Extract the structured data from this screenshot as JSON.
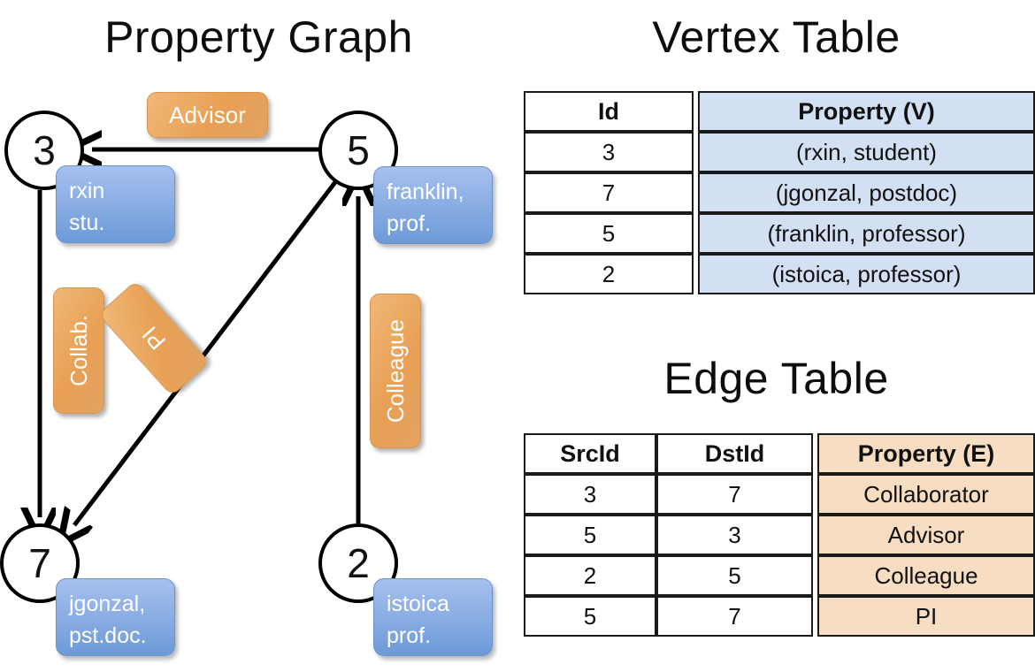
{
  "titles": {
    "property_graph": "Property Graph",
    "vertex_table": "Vertex Table",
    "edge_table": "Edge Table"
  },
  "graph": {
    "nodes": [
      {
        "id": "3",
        "property_label": "rxin\nstu."
      },
      {
        "id": "5",
        "property_label": "franklin,\nprof."
      },
      {
        "id": "7",
        "property_label": "jgonzal,\npst.doc."
      },
      {
        "id": "2",
        "property_label": "istoica\nprof."
      }
    ],
    "node_labels": {
      "n3": "3",
      "n5": "5",
      "n7": "7",
      "n2": "2"
    },
    "vertex_boxes": {
      "rxin_line1": "rxin",
      "rxin_line2": "stu.",
      "franklin_line1": "franklin,",
      "franklin_line2": "prof.",
      "jgonzal_line1": "jgonzal,",
      "jgonzal_line2": "pst.doc.",
      "istoica_line1": "istoica",
      "istoica_line2": "prof."
    },
    "edge_labels": {
      "advisor": "Advisor",
      "collab": "Collab.",
      "pi": "PI",
      "colleague": "Colleague"
    },
    "edges": [
      {
        "from": "5",
        "to": "3",
        "label": "Advisor"
      },
      {
        "from": "3",
        "to": "7",
        "label": "Collab."
      },
      {
        "from": "5",
        "to": "7",
        "label": "PI"
      },
      {
        "from": "2",
        "to": "5",
        "label": "Colleague"
      }
    ]
  },
  "vertex_table": {
    "headers": [
      "Id",
      "Property (V)"
    ],
    "rows": [
      [
        "3",
        "(rxin, student)"
      ],
      [
        "7",
        "(jgonzal, postdoc)"
      ],
      [
        "5",
        "(franklin, professor)"
      ],
      [
        "2",
        "(istoica, professor)"
      ]
    ]
  },
  "edge_table": {
    "headers": [
      "SrcId",
      "DstId",
      "Property (E)"
    ],
    "rows": [
      [
        "3",
        "7",
        "Collaborator"
      ],
      [
        "5",
        "3",
        "Advisor"
      ],
      [
        "2",
        "5",
        "Colleague"
      ],
      [
        "5",
        "7",
        "PI"
      ]
    ]
  },
  "colors": {
    "vertex_property_fill": "#d3dff2",
    "edge_property_fill": "#f7ddc2",
    "node_box_blue": "#6d9ad8",
    "edge_label_orange": "#e8a055",
    "stroke": "#000000"
  }
}
